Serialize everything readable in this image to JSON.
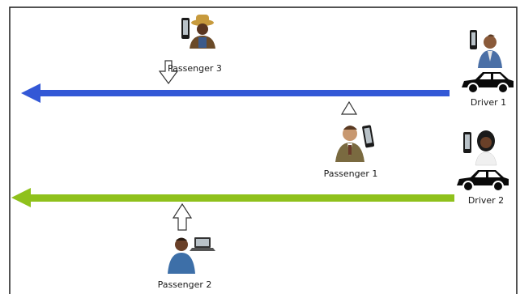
{
  "colors": {
    "route_1": "#3358d6",
    "route_2": "#8fc11c",
    "car": "#0a0a0a",
    "frame": "#1a1a1a"
  },
  "labels": {
    "passenger_3": "Passenger 3",
    "driver_1": "Driver 1",
    "passenger_1": "Passenger 1",
    "driver_2": "Driver 2",
    "passenger_2": "Passenger 2"
  },
  "icons": {
    "passenger_3": "person-farmer-with-phone-icon",
    "driver_1": "person-businessman-with-phone-icon",
    "passenger_1": "person-man-with-phone-icon",
    "driver_2": "person-woman-with-phone-icon",
    "passenger_2": "person-man-with-laptop-icon",
    "vehicle": "car-icon"
  }
}
